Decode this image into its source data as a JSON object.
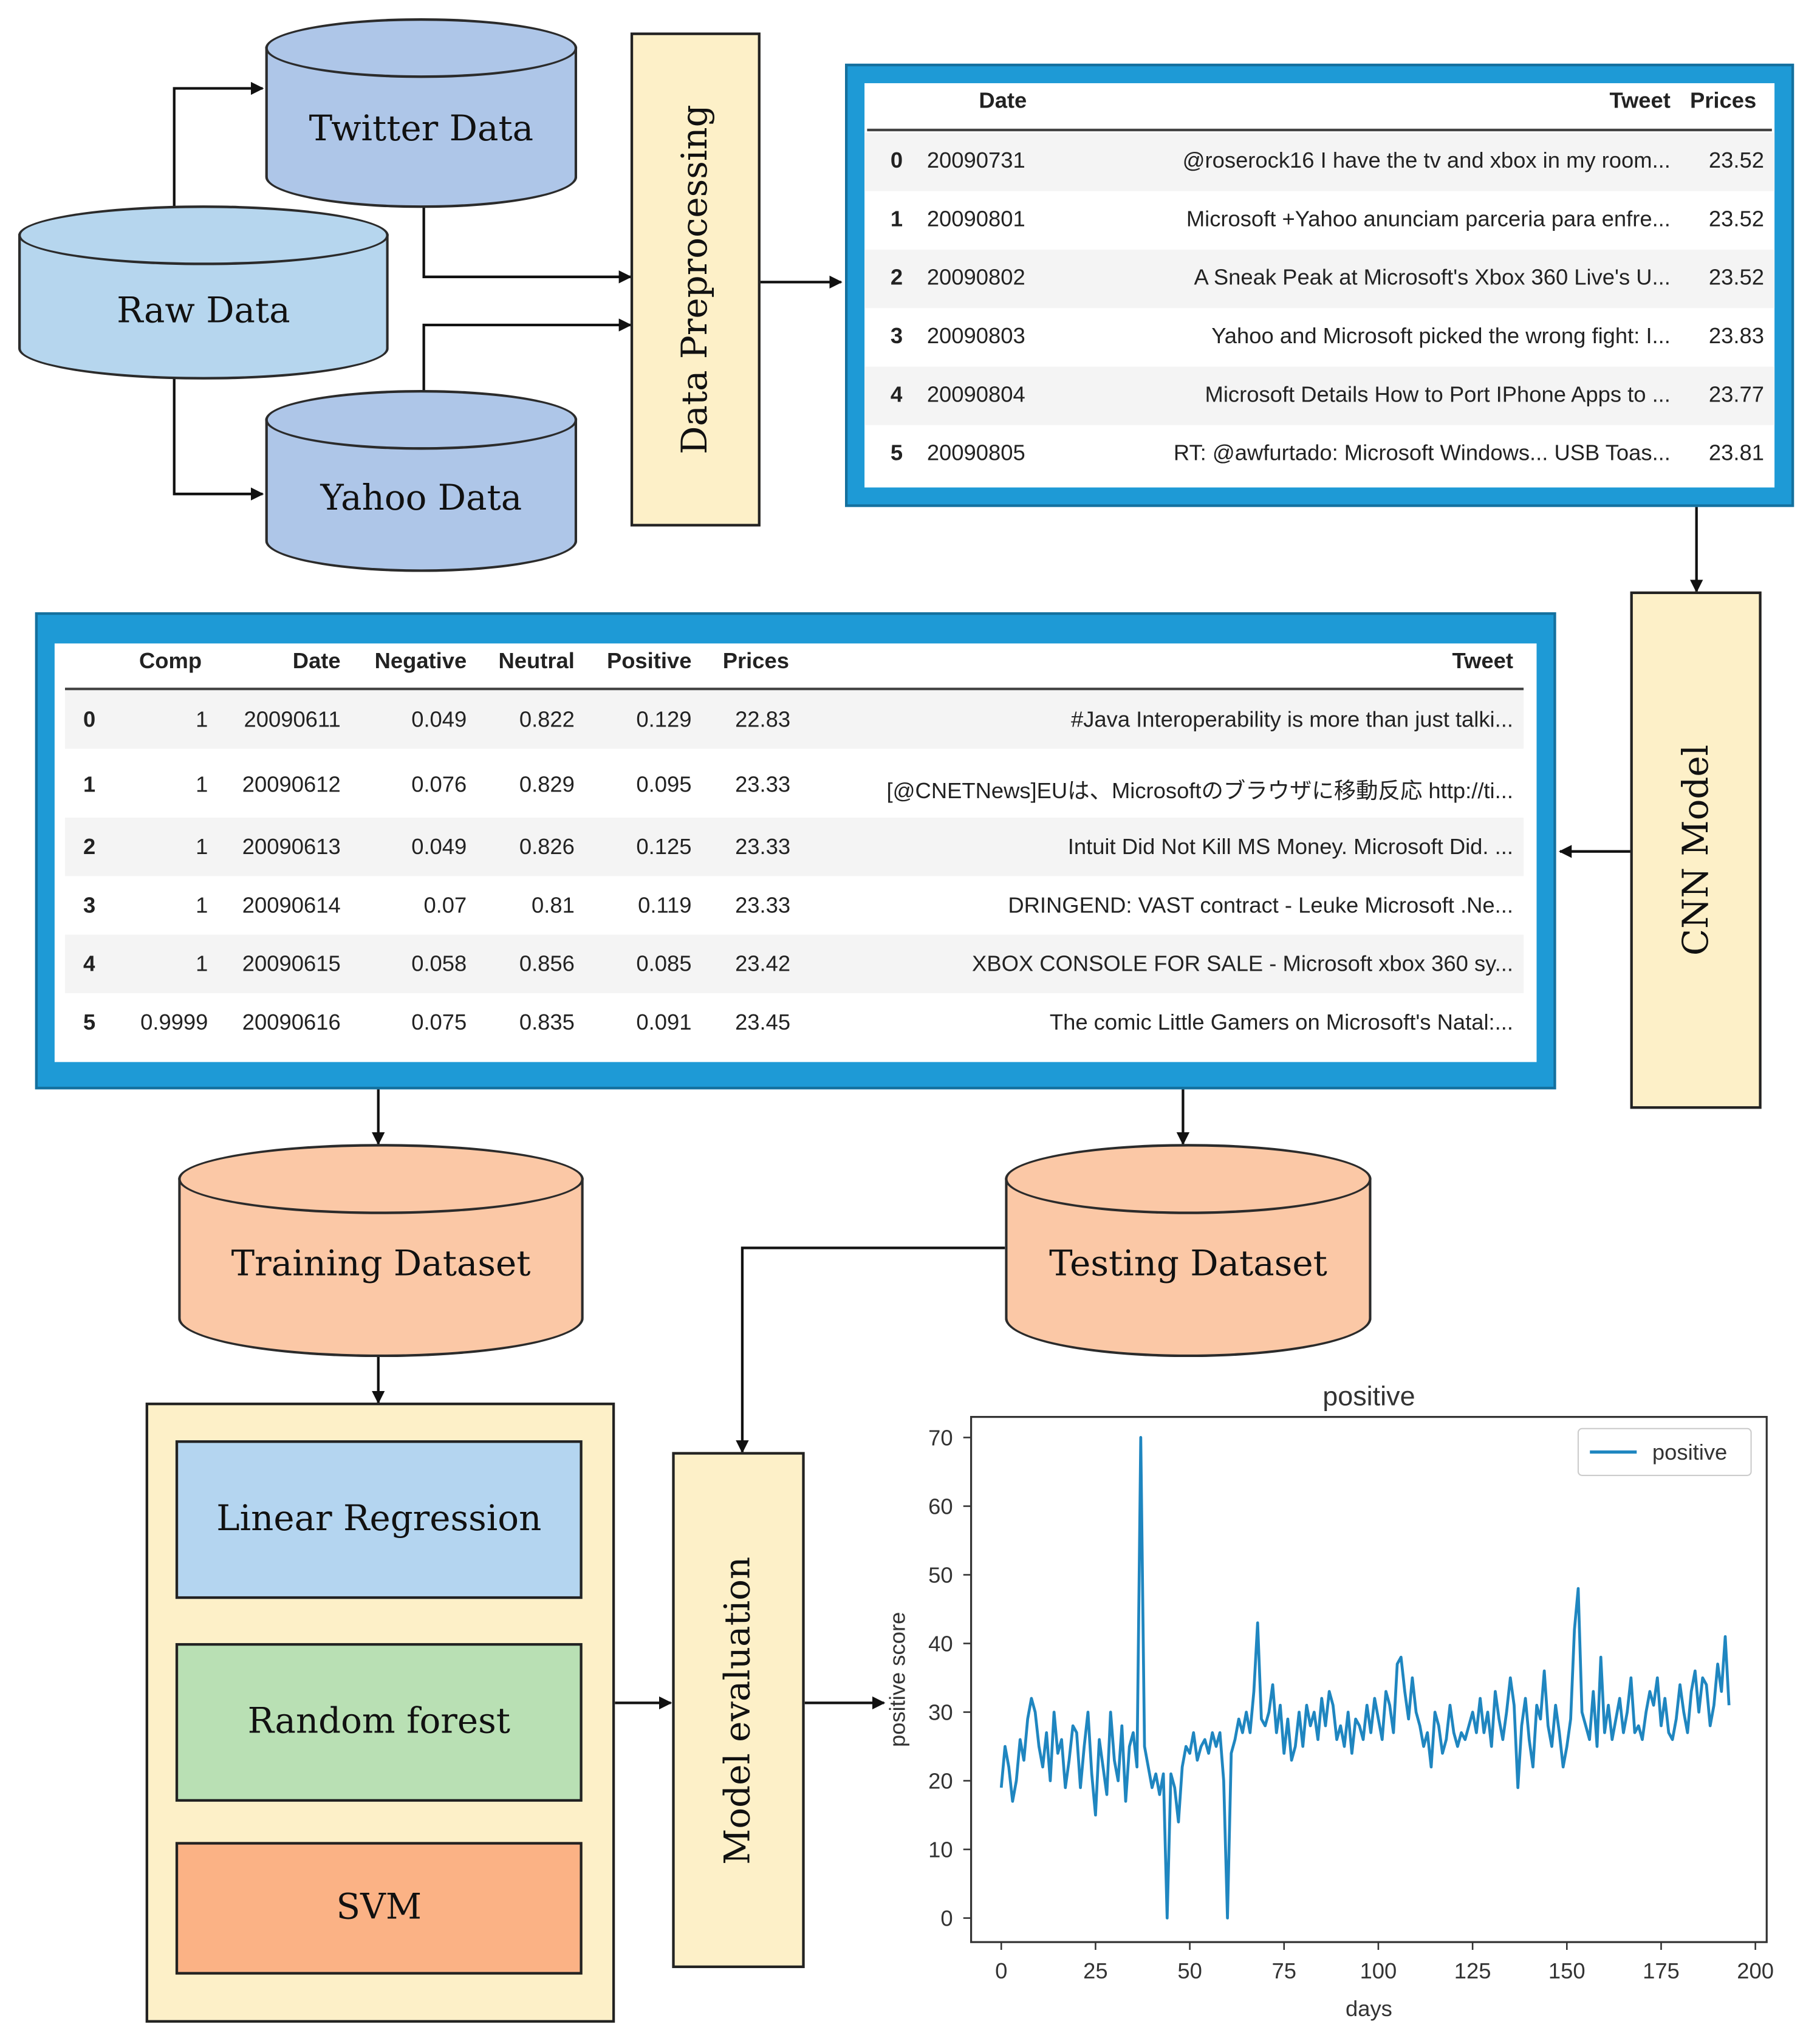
{
  "sources": {
    "raw": "Raw Data",
    "twitter": "Twitter Data",
    "yahoo": "Yahoo Data"
  },
  "steps": {
    "preprocessing": "Data Preprocessing",
    "cnn": "CNN Model",
    "evaluation": "Model evaluation"
  },
  "datasets": {
    "training": "Training Dataset",
    "testing": "Testing Dataset"
  },
  "models": [
    "Linear Regression",
    "Random forest",
    "SVM"
  ],
  "colors": {
    "source_fill": "#aec6e8",
    "raw_fill": "#b6d6ee",
    "dataset_fill": "#fbc8a6",
    "step_fill": "#fdf0c8",
    "table_frame": "#1e9ad6",
    "linear_fill": "#b4d5f0",
    "forest_fill": "#b9e0b4",
    "svm_fill": "#fbb285",
    "line": "#1f86c0"
  },
  "table1": {
    "headers": [
      "Date",
      "Tweet",
      "Prices"
    ],
    "rows": [
      {
        "idx": "0",
        "date": "20090731",
        "tweet": "@roserock16 I have the tv and xbox in my room...",
        "price": "23.52"
      },
      {
        "idx": "1",
        "date": "20090801",
        "tweet": "Microsoft +Yahoo anunciam parceria para enfre...",
        "price": "23.52"
      },
      {
        "idx": "2",
        "date": "20090802",
        "tweet": "A Sneak Peak at Microsoft's Xbox 360 Live's U...",
        "price": "23.52"
      },
      {
        "idx": "3",
        "date": "20090803",
        "tweet": "Yahoo and Microsoft picked the wrong fight: I...",
        "price": "23.83"
      },
      {
        "idx": "4",
        "date": "20090804",
        "tweet": "Microsoft Details How to Port IPhone Apps to ...",
        "price": "23.77"
      },
      {
        "idx": "5",
        "date": "20090805",
        "tweet": "RT: @awfurtado: Microsoft Windows... USB Toas...",
        "price": "23.81"
      }
    ]
  },
  "table2": {
    "headers": [
      "Comp",
      "Date",
      "Negative",
      "Neutral",
      "Positive",
      "Prices",
      "Tweet"
    ],
    "rows": [
      {
        "idx": "0",
        "comp": "1",
        "date": "20090611",
        "neg": "0.049",
        "neu": "0.822",
        "pos": "0.129",
        "price": "22.83",
        "tweet": "#Java Interoperability is more than just talki..."
      },
      {
        "idx": "1",
        "comp": "1",
        "date": "20090612",
        "neg": "0.076",
        "neu": "0.829",
        "pos": "0.095",
        "price": "23.33",
        "tweet": "[@CNETNews]EUは、Microsoftのブラウザに移動反応 http://ti..."
      },
      {
        "idx": "2",
        "comp": "1",
        "date": "20090613",
        "neg": "0.049",
        "neu": "0.826",
        "pos": "0.125",
        "price": "23.33",
        "tweet": "Intuit Did Not Kill MS Money. Microsoft Did. ..."
      },
      {
        "idx": "3",
        "comp": "1",
        "date": "20090614",
        "neg": "0.07",
        "neu": "0.81",
        "pos": "0.119",
        "price": "23.33",
        "tweet": "DRINGEND: VAST contract - Leuke Microsoft .Ne..."
      },
      {
        "idx": "4",
        "comp": "1",
        "date": "20090615",
        "neg": "0.058",
        "neu": "0.856",
        "pos": "0.085",
        "price": "23.42",
        "tweet": "XBOX CONSOLE FOR SALE - Microsoft xbox 360 sy..."
      },
      {
        "idx": "5",
        "comp": "0.9999",
        "date": "20090616",
        "neg": "0.075",
        "neu": "0.835",
        "pos": "0.091",
        "price": "23.45",
        "tweet": "The comic Little Gamers on Microsoft's Natal:..."
      }
    ]
  },
  "chart_data": {
    "type": "line",
    "title": "positive",
    "xlabel": "days",
    "ylabel": "positive score",
    "xlim": [
      -8,
      203
    ],
    "ylim": [
      -3.5,
      73
    ],
    "xticks": [
      0,
      25,
      50,
      75,
      100,
      125,
      150,
      175,
      200
    ],
    "yticks": [
      0,
      10,
      20,
      30,
      40,
      50,
      60,
      70
    ],
    "legend_position": "top-right",
    "series": [
      {
        "name": "positive",
        "x": [
          0,
          1,
          2,
          3,
          4,
          5,
          6,
          7,
          8,
          9,
          10,
          11,
          12,
          13,
          14,
          15,
          16,
          17,
          18,
          19,
          20,
          21,
          22,
          23,
          24,
          25,
          26,
          27,
          28,
          29,
          30,
          31,
          32,
          33,
          34,
          35,
          36,
          37,
          38,
          39,
          40,
          41,
          42,
          43,
          44,
          45,
          46,
          47,
          48,
          49,
          50,
          51,
          52,
          53,
          54,
          55,
          56,
          57,
          58,
          59,
          60,
          61,
          62,
          63,
          64,
          65,
          66,
          67,
          68,
          69,
          70,
          71,
          72,
          73,
          74,
          75,
          76,
          77,
          78,
          79,
          80,
          81,
          82,
          83,
          84,
          85,
          86,
          87,
          88,
          89,
          90,
          91,
          92,
          93,
          94,
          95,
          96,
          97,
          98,
          99,
          100,
          101,
          102,
          103,
          104,
          105,
          106,
          107,
          108,
          109,
          110,
          111,
          112,
          113,
          114,
          115,
          116,
          117,
          118,
          119,
          120,
          121,
          122,
          123,
          124,
          125,
          126,
          127,
          128,
          129,
          130,
          131,
          132,
          133,
          134,
          135,
          136,
          137,
          138,
          139,
          140,
          141,
          142,
          143,
          144,
          145,
          146,
          147,
          148,
          149,
          150,
          151,
          152,
          153,
          154,
          155,
          156,
          157,
          158,
          159,
          160,
          161,
          162,
          163,
          164,
          165,
          166,
          167,
          168,
          169,
          170,
          171,
          172,
          173,
          174,
          175,
          176,
          177,
          178,
          179,
          180,
          181,
          182,
          183,
          184,
          185,
          186,
          187,
          188,
          189,
          190,
          191,
          192,
          193
        ],
        "y": [
          19,
          25,
          22,
          17,
          20,
          26,
          23,
          29,
          32,
          30,
          25,
          22,
          27,
          20,
          30,
          24,
          26,
          19,
          23,
          28,
          27,
          19,
          25,
          30,
          21,
          15,
          26,
          22,
          18,
          30,
          23,
          20,
          28,
          17,
          25,
          27,
          22,
          70,
          25,
          22,
          19,
          21,
          18,
          21,
          0,
          21,
          19,
          14,
          22,
          25,
          24,
          27,
          23,
          25,
          26,
          24,
          27,
          25,
          27,
          20,
          0,
          24,
          26,
          29,
          27,
          30,
          27,
          33,
          43,
          29,
          28,
          30,
          34,
          27,
          31,
          24,
          29,
          23,
          25,
          30,
          25,
          31,
          28,
          30,
          26,
          32,
          28,
          33,
          31,
          26,
          28,
          25,
          30,
          24,
          29,
          28,
          26,
          31,
          27,
          32,
          29,
          26,
          33,
          31,
          27,
          37,
          38,
          33,
          29,
          35,
          30,
          28,
          25,
          27,
          22,
          30,
          28,
          24,
          26,
          31,
          27,
          25,
          27,
          26,
          28,
          30,
          27,
          32,
          27,
          30,
          25,
          33,
          29,
          26,
          30,
          35,
          31,
          19,
          28,
          32,
          26,
          22,
          31,
          29,
          36,
          28,
          25,
          31,
          27,
          22,
          25,
          29,
          42,
          48,
          30,
          28,
          26,
          33,
          25,
          38,
          27,
          31,
          26,
          29,
          32,
          27,
          30,
          35,
          27,
          28,
          26,
          30,
          33,
          31,
          35,
          28,
          32,
          27,
          26,
          29,
          34,
          30,
          27,
          33,
          36,
          30,
          35,
          34,
          28,
          31,
          37,
          33,
          41,
          31
        ]
      }
    ]
  }
}
